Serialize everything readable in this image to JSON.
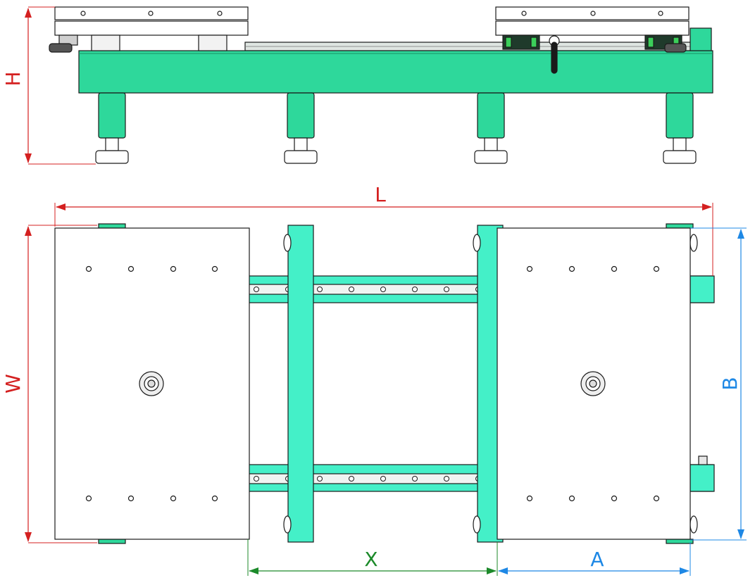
{
  "colors": {
    "frame_green": "#2ED89B",
    "rail_cyan": "#44F0C8",
    "outline": "#1a1a1a",
    "plate": "#ffffff",
    "red_dim": "#D42020",
    "blue_dim": "#1E88E5",
    "green_dim": "#1C8A2A"
  },
  "dimensions": {
    "height": "H",
    "length": "L",
    "width": "W",
    "gap": "X",
    "carriage_length": "A",
    "carriage_width": "B"
  }
}
